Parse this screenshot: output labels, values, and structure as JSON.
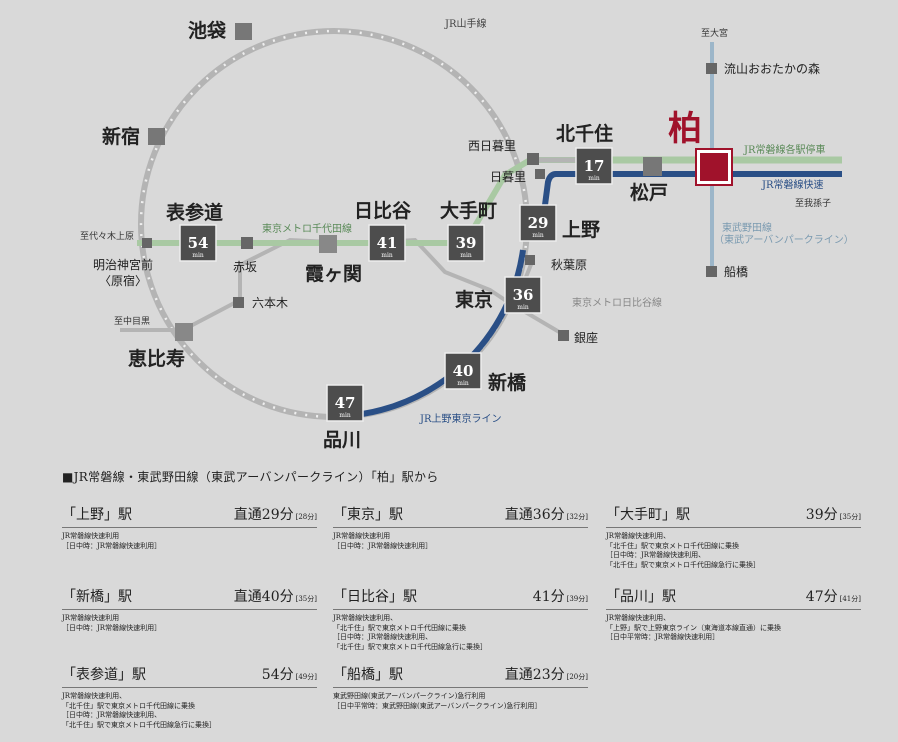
{
  "colors": {
    "yamanote": "#b4b4b4",
    "chiyoda": "#a9c9a3",
    "joban_local": "#a9c9a3",
    "joban_rapid": "#2a4f86",
    "ueno_tokyo": "#2a4f86",
    "hibiya": "#b4b4b4",
    "tobu": "#9cb6c9",
    "station_box": "#4d4d4d",
    "kashiwa": "#a0122b"
  },
  "stations": {
    "ikebukuro": "池袋",
    "shinjuku": "新宿",
    "omotesando": "表参道",
    "meiji_jingumae": "明治神宮前",
    "harajuku": "〈原宿〉",
    "akasaka": "赤坂",
    "kasumigaseki": "霞ヶ関",
    "hibiya": "日比谷",
    "otemachi": "大手町",
    "roppongi": "六本木",
    "ebisu": "恵比寿",
    "shinagawa": "品川",
    "shimbashi": "新橋",
    "tokyo": "東京",
    "ginza": "銀座",
    "akihabara": "秋葉原",
    "ueno": "上野",
    "nippori": "日暮里",
    "nishi_nippori": "西日暮里",
    "kitasenju": "北千住",
    "matsudo": "松戸",
    "kashiwa": "柏",
    "nagareyama": "流山おおたかの森",
    "funabashi": "船橋"
  },
  "lines": {
    "yamanote": "JR山手線",
    "chiyoda": "東京メトロ千代田線",
    "hibiya": "東京メトロ日比谷線",
    "ueno_tokyo": "JR上野東京ライン",
    "joban_local": "JR常磐線各駅停車",
    "joban_rapid": "JR常磐線快速",
    "tobu_1": "東武野田線",
    "tobu_2": "（東武アーバンパークライン）"
  },
  "directions": {
    "yoyogi": "至代々木上原",
    "nakameguro": "至中目黒",
    "omiya": "至大宮",
    "abiko": "至我孫子"
  },
  "minutes": {
    "unit": "min",
    "omotesando": "54",
    "hibiya": "41",
    "otemachi": "39",
    "ueno": "29",
    "kitasenju": "17",
    "tokyo": "36",
    "shimbashi": "40",
    "shinagawa": "47"
  },
  "heading": "■JR常磐線・東武野田線（東武アーバンパークライン）「柏」駅から",
  "cards": [
    {
      "name": "「上野」駅",
      "time": "直通29分",
      "alt": "[28分]",
      "note": "JR常磐線快速利用\n［日中時：JR常磐線快速利用］"
    },
    {
      "name": "「東京」駅",
      "time": "直通36分",
      "alt": "[32分]",
      "note": "JR常磐線快速利用\n［日中時：JR常磐線快速利用］"
    },
    {
      "name": "「大手町」駅",
      "time": "39分",
      "alt": "[35分]",
      "note": "JR常磐線快速利用、\n「北千住」駅で東京メトロ千代田線に乗換\n［日中時：JR常磐線快速利用、\n「北千住」駅で東京メトロ千代田線急行に乗換］"
    },
    {
      "name": "「新橋」駅",
      "time": "直通40分",
      "alt": "[35分]",
      "note": "JR常磐線快速利用\n［日中時：JR常磐線快速利用］"
    },
    {
      "name": "「日比谷」駅",
      "time": "41分",
      "alt": "[39分]",
      "note": "JR常磐線快速利用、\n「北千住」駅で東京メトロ千代田線に乗換\n［日中時：JR常磐線快速利用、\n「北千住」駅で東京メトロ千代田線急行に乗換］"
    },
    {
      "name": "「品川」駅",
      "time": "47分",
      "alt": "[41分]",
      "note": "JR常磐線快速利用、\n「上野」駅で上野東京ライン（東海道本線直通）に乗換\n［日中平常時：JR常磐線快速利用］"
    },
    {
      "name": "「表参道」駅",
      "time": "54分",
      "alt": "[49分]",
      "note": "JR常磐線快速利用、\n「北千住」駅で東京メトロ千代田線に乗換\n［日中時：JR常磐線快速利用、\n「北千住」駅で東京メトロ千代田線急行に乗換］"
    },
    {
      "name": "「船橋」駅",
      "time": "直通23分",
      "alt": "[20分]",
      "note": "東武野田線(東武アーバンパークライン)急行利用\n［日中平常時：東武野田線(東武アーバンパークライン)急行利用］"
    }
  ]
}
